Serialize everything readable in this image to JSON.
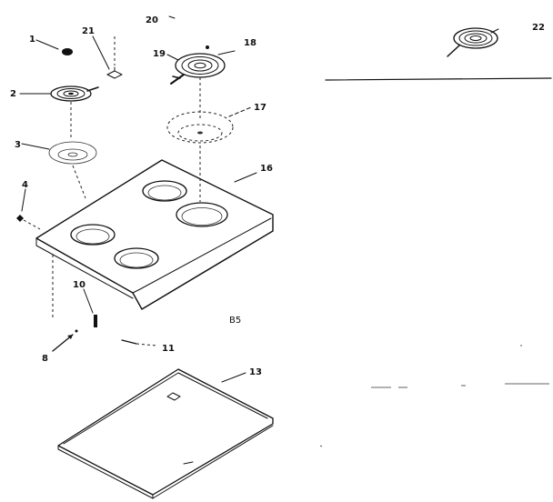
{
  "diagram": {
    "callouts": [
      "1",
      "2",
      "3",
      "4",
      "8",
      "10",
      "11",
      "13",
      "16",
      "17",
      "18",
      "19",
      "20",
      "21",
      "22"
    ],
    "section_code": "B5"
  }
}
